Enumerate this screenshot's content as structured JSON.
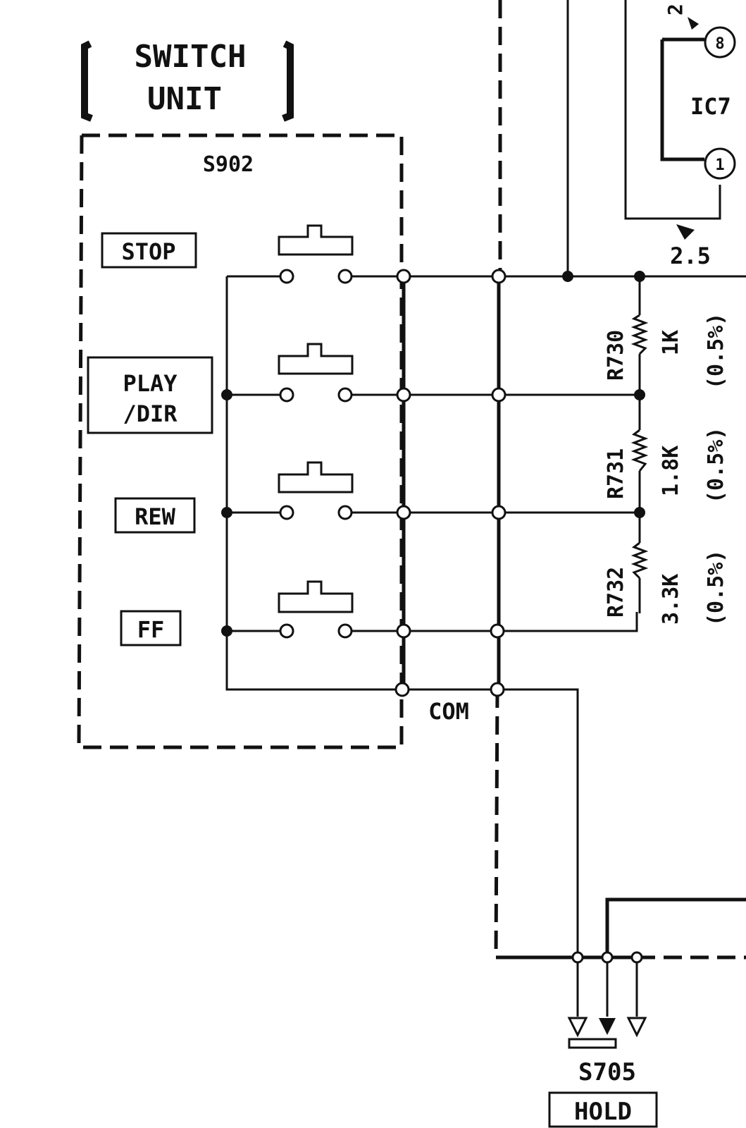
{
  "unit_title": {
    "line1": "SWITCH",
    "line2": "UNIT"
  },
  "switch_block_ref": "S902",
  "buttons": [
    {
      "label": "STOP"
    },
    {
      "label": "PLAY",
      "label_line2": "/DIR"
    },
    {
      "label": "REW"
    },
    {
      "label": "FF"
    }
  ],
  "com_label": "COM",
  "resistors": [
    {
      "ref": "R730",
      "value": "1K",
      "tolerance": "(0.5%)"
    },
    {
      "ref": "R731",
      "value": "1.8K",
      "tolerance": "(0.5%)"
    },
    {
      "ref": "R732",
      "value": "3.3K",
      "tolerance": "(0.5%)"
    }
  ],
  "ic": {
    "ref_partial": "IC7",
    "pin_top": "8",
    "pin_bottom": "1",
    "pin_top_voltage_partial": "2",
    "voltage": "2.5"
  },
  "hold_switch": {
    "ref": "S705",
    "label": "HOLD"
  }
}
